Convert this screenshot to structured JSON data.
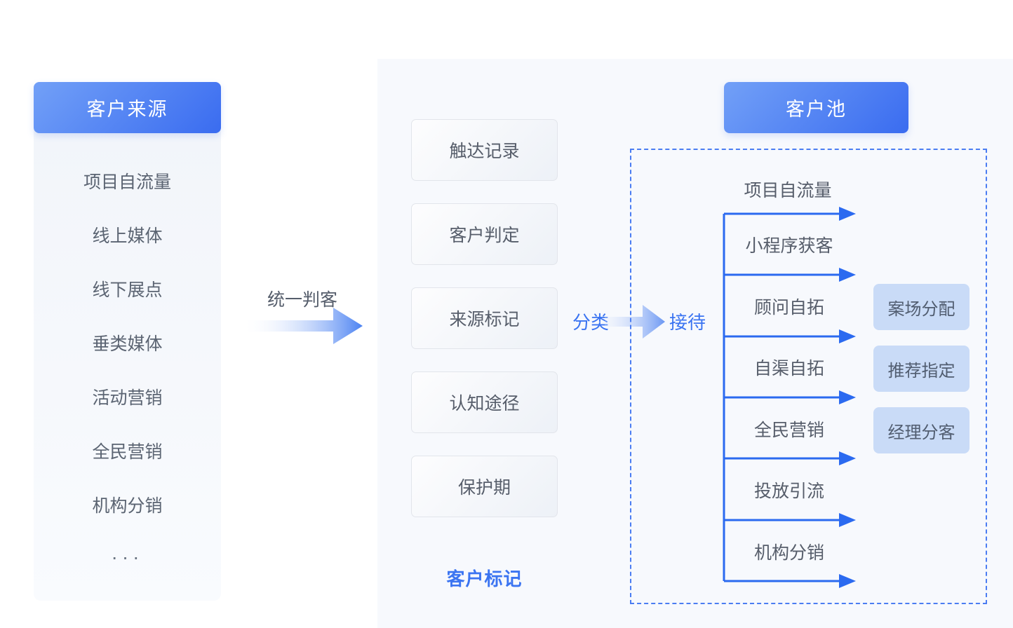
{
  "left_panel": {
    "title": "客户来源",
    "items": [
      "项目自流量",
      "线上媒体",
      "线下展点",
      "垂类媒体",
      "活动营销",
      "全民营销",
      "机构分销",
      "···"
    ]
  },
  "unify_arrow": {
    "label": "统一判客"
  },
  "middle": {
    "boxes": [
      "触达记录",
      "客户判定",
      "来源标记",
      "认知途径",
      "保护期"
    ],
    "footer_label": "客户标记"
  },
  "classify": {
    "left_label": "分类",
    "right_label": "接待"
  },
  "right_panel": {
    "title": "客户池",
    "pool_top_label": "项目自流量",
    "branches": [
      "小程序获客",
      "顾问自拓",
      "自渠自拓",
      "全民营销",
      "投放引流",
      "机构分销"
    ],
    "side_boxes": [
      "案场分配",
      "推荐指定",
      "经理分客"
    ]
  },
  "colors": {
    "header_gradient_start": "#72a0f7",
    "header_gradient_end": "#3a6cf0",
    "accent_blue": "#3b74f1",
    "arrow_blue": "#2b6af0",
    "dashed_border": "#4b7df2",
    "side_box_bg": "#c9dbf7",
    "backdrop_bg": "#f7f9fd",
    "text_gray": "#5b6472"
  }
}
